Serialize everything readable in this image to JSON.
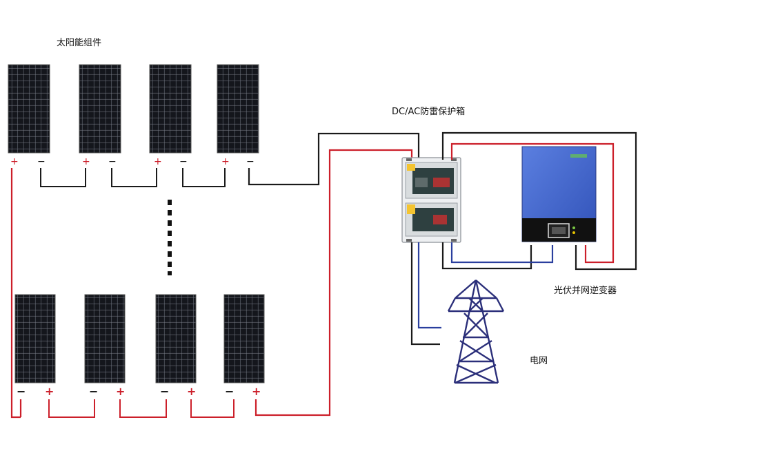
{
  "labels": {
    "solar_modules": "太阳能组件",
    "protection_box": "DC/AC防雷保护箱",
    "inverter": "光伏并网逆变器",
    "grid": "电网"
  },
  "symbols": {
    "plus": "+",
    "minus": "−"
  },
  "colors": {
    "positive_wire": "#cc1f2a",
    "negative_wire": "#1a1a1a",
    "ac_wire_blue": "#2a3f9e",
    "panel_cell": "#1d1f26",
    "panel_grid": "#8a8f99",
    "inverter_body": "#3f63c9",
    "tower": "#2b2f7a"
  },
  "icons": {
    "panel": "solar-panel-icon",
    "box": "lightning-protection-box-icon",
    "inverter": "inverter-icon",
    "tower": "transmission-tower-icon"
  }
}
